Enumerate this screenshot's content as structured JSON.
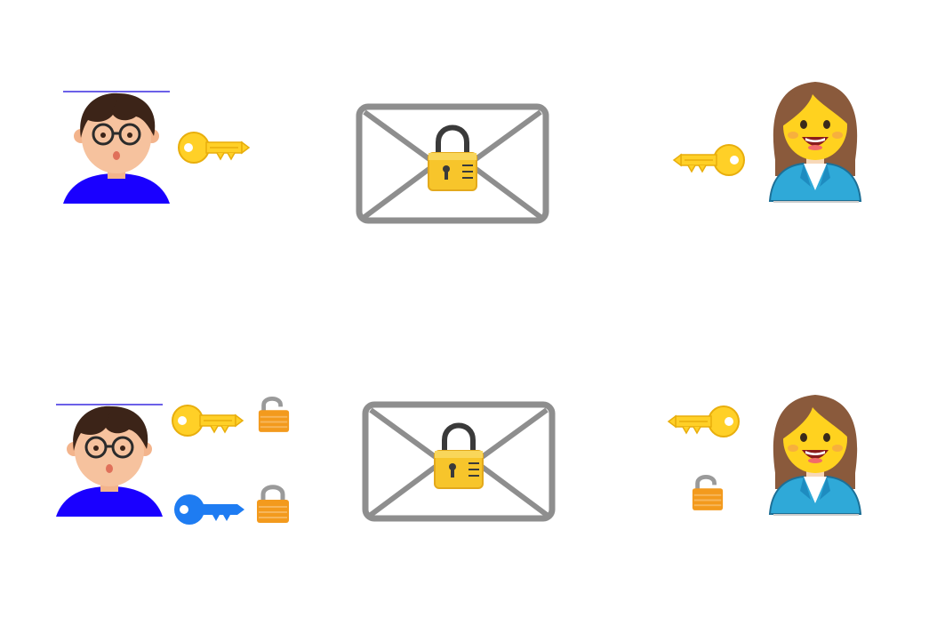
{
  "diagram": {
    "rows": [
      {
        "id": "symmetric",
        "sender": {
          "person": "man-with-glasses",
          "keys": [
            "gold-key"
          ],
          "locks": []
        },
        "message": {
          "container": "envelope",
          "seal": "closed-padlock"
        },
        "receiver": {
          "person": "businesswoman",
          "keys": [
            "gold-key"
          ],
          "locks": []
        }
      },
      {
        "id": "asymmetric",
        "sender": {
          "person": "man-with-glasses",
          "keys": [
            "gold-key",
            "blue-key"
          ],
          "locks": [
            "open-padlock",
            "closed-padlock"
          ]
        },
        "message": {
          "container": "envelope",
          "seal": "closed-padlock"
        },
        "receiver": {
          "person": "businesswoman",
          "keys": [
            "gold-key"
          ],
          "locks": [
            "open-padlock"
          ]
        }
      }
    ],
    "colors": {
      "key_gold": "#FFD027",
      "key_gold_dark": "#E8AE0C",
      "key_blue": "#1E7CF2",
      "lock_orange": "#F39A1D",
      "lock_yellow": "#F7C52B",
      "lock_shackle": "#3A3A3A",
      "envelope_gray": "#8E8E8E",
      "man_shirt": "#1A00FF",
      "woman_hair": "#8A5A3C",
      "woman_face": "#FFD21F",
      "woman_jacket": "#2FA9D8"
    }
  }
}
